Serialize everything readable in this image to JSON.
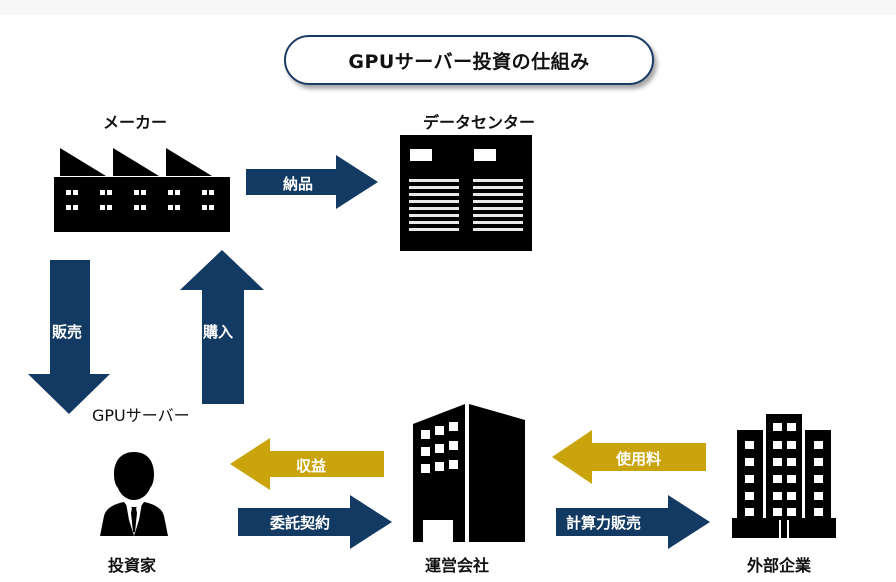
{
  "title": "GPUサーバー投資の仕組み",
  "nodes": {
    "maker": "メーカー",
    "datacenter": "データセンター",
    "gpu_server": "GPUサーバー",
    "investor": "投資家",
    "operator": "運営会社",
    "external": "外部企業"
  },
  "arrows": {
    "delivery": "納品",
    "sale": "販売",
    "purchase": "購入",
    "revenue": "収益",
    "consignment": "委託契約",
    "usage_fee": "使用料",
    "compute_sales": "計算力販売"
  },
  "colors": {
    "navy": "#123a63",
    "gold": "#c9a40c",
    "icon": "#000000",
    "title_border": "#1d3c63"
  }
}
